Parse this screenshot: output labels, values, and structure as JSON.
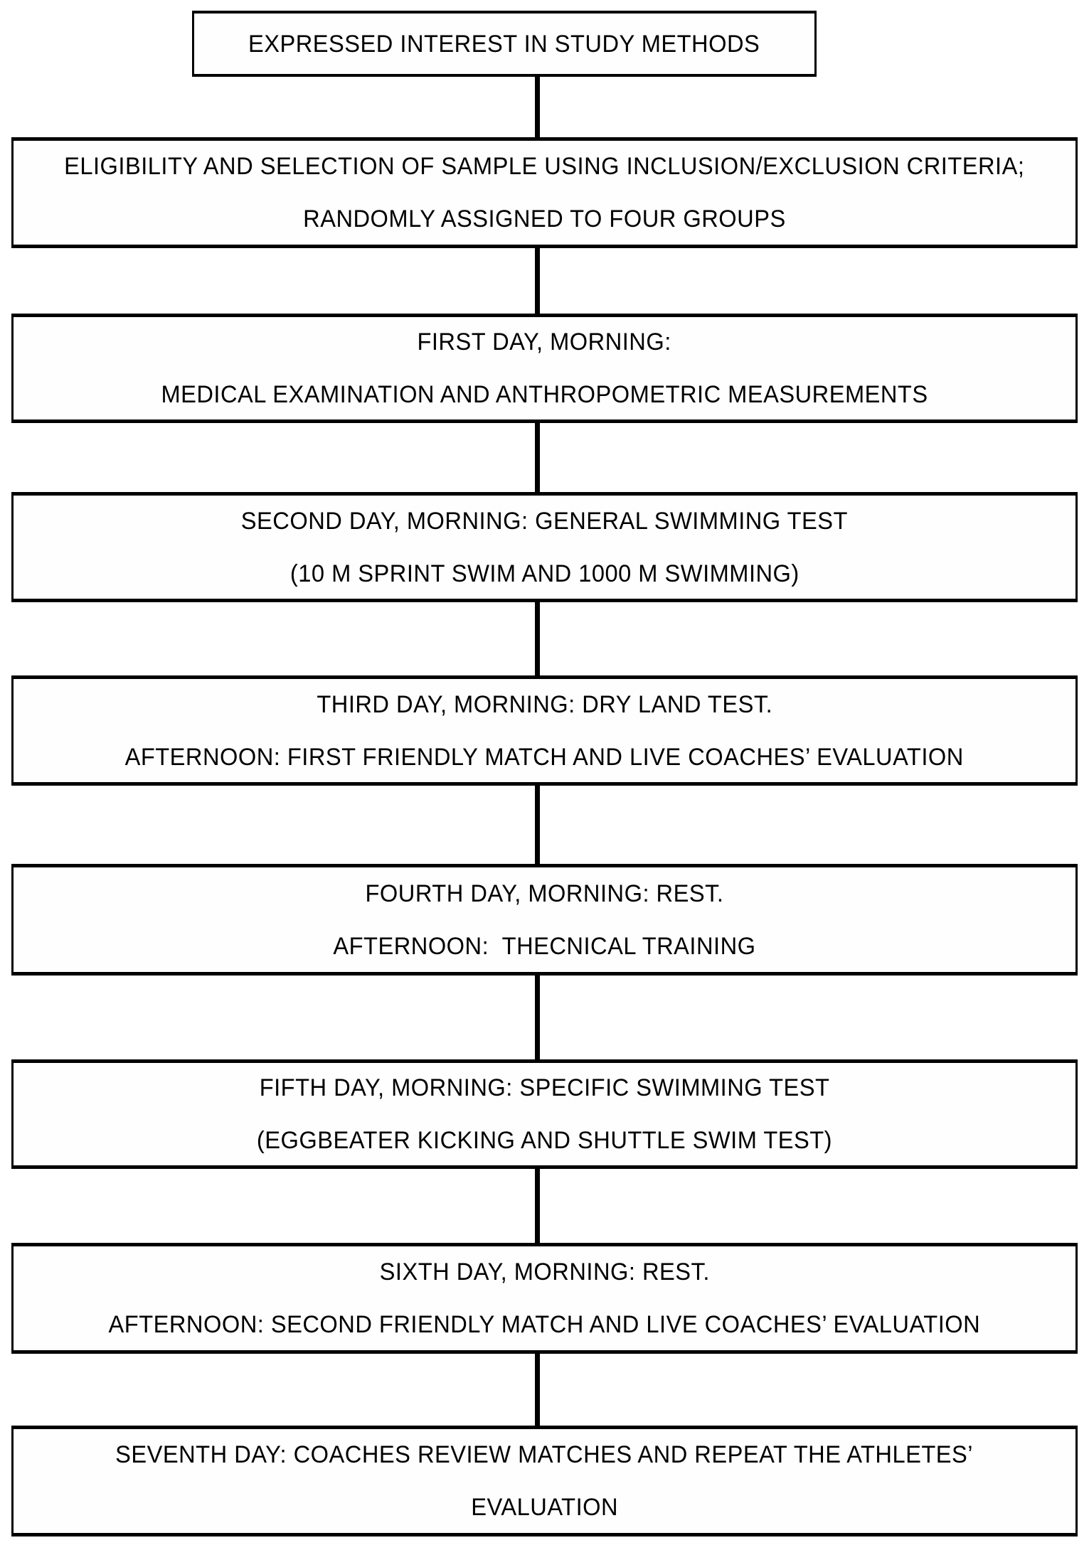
{
  "page": {
    "background_color": "#ffffff",
    "line_color": "#000000",
    "text_color": "#000000"
  },
  "flow": {
    "type": "vertical-flowchart",
    "boxes": [
      {
        "id": "expressed-interest",
        "lines": [
          "EXPRESSED INTEREST IN STUDY METHODS"
        ]
      },
      {
        "id": "eligibility-selection",
        "lines": [
          "ELIGIBILITY AND SELECTION OF SAMPLE USING INCLUSION/EXCLUSION CRITERIA;",
          "RANDOMLY ASSIGNED TO FOUR GROUPS"
        ]
      },
      {
        "id": "first-day",
        "lines": [
          "FIRST DAY, MORNING:",
          "MEDICAL EXAMINATION AND ANTHROPOMETRIC MEASUREMENTS"
        ]
      },
      {
        "id": "second-day",
        "lines": [
          "SECOND DAY, MORNING: GENERAL SWIMMING TEST",
          "(10 M SPRINT SWIM AND 1000 M SWIMMING)"
        ]
      },
      {
        "id": "third-day",
        "lines": [
          "THIRD DAY, MORNING: DRY LAND TEST.",
          "AFTERNOON: FIRST FRIENDLY MATCH AND LIVE COACHES’ EVALUATION"
        ]
      },
      {
        "id": "fourth-day",
        "lines": [
          "FOURTH DAY, MORNING: REST.",
          "AFTERNOON:  THECNICAL TRAINING"
        ]
      },
      {
        "id": "fifth-day",
        "lines": [
          "FIFTH DAY, MORNING: SPECIFIC SWIMMING TEST",
          "(EGGBEATER KICKING AND SHUTTLE SWIM TEST)"
        ]
      },
      {
        "id": "sixth-day",
        "lines": [
          "SIXTH DAY, MORNING: REST.",
          "AFTERNOON: SECOND FRIENDLY MATCH AND LIVE COACHES’ EVALUATION"
        ]
      },
      {
        "id": "seventh-day",
        "lines": [
          "SEVENTH DAY: COACHES REVIEW MATCHES AND REPEAT THE ATHLETES’",
          "EVALUATION"
        ]
      }
    ]
  }
}
